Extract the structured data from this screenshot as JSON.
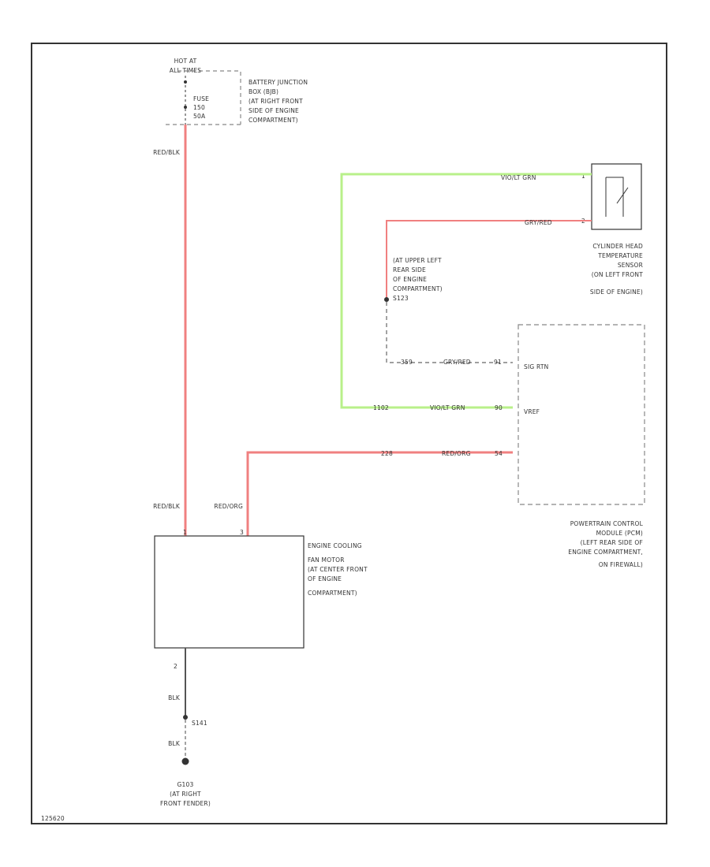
{
  "diagram": {
    "top_power": {
      "label1": "HOT AT",
      "label2": "ALL TIMES"
    },
    "fuse": {
      "line1": "FUSE",
      "line2": "150",
      "line3": "50A"
    },
    "battery_junction_box": [
      "BATTERY JUNCTION",
      "BOX (BJB)",
      "(AT RIGHT FRONT",
      "SIDE OF ENGINE",
      "COMPARTMENT)"
    ],
    "wires": {
      "main_power_top": "RED/BLK",
      "main_power_bottom": "RED/BLK",
      "fan_control": "RED/ORG",
      "ground_upper": "BLK",
      "ground_lower": "BLK",
      "sensor_signal_top": "VIO/LT GRN",
      "sensor_return_top": "GRY/RED",
      "pcm_return": "GRY/RED",
      "pcm_vref": "VIO/LT GRN",
      "pcm_fan": "RED/ORG"
    },
    "cht_sensor": [
      "CYLINDER HEAD",
      "TEMPERATURE",
      "SENSOR",
      "(ON LEFT FRONT",
      "SIDE OF ENGINE)"
    ],
    "splice": [
      "(AT UPPER LEFT",
      "REAR SIDE",
      "OF ENGINE",
      "COMPARTMENT)",
      "S123"
    ],
    "pcm": {
      "pin_sigrtn": "SIG RTN",
      "pin_vref": "VREF",
      "label": [
        "POWERTRAIN CONTROL",
        "MODULE (PCM)",
        "(LEFT REAR SIDE OF",
        "ENGINE COMPARTMENT,",
        "ON FIREWALL)"
      ]
    },
    "circuits": {
      "sigrtn": "359",
      "vref": "1102",
      "fan": "228"
    },
    "pins": {
      "cht_1": "1",
      "cht_2": "2",
      "pcm_sigrtn": "91",
      "pcm_vref": "90",
      "pcm_fan": "54",
      "fan_1": "1",
      "fan_3": "3",
      "fan_2": "2"
    },
    "fan_motor": [
      "ENGINE COOLING",
      "FAN MOTOR",
      "(AT CENTER FRONT",
      "OF ENGINE",
      "COMPARTMENT)"
    ],
    "ground_splice": "S141",
    "ground": [
      "G103",
      "(AT RIGHT",
      "FRONT FENDER)"
    ],
    "figure_id": "125620"
  },
  "colors": {
    "power": "#f08080",
    "sensor": "#b8f08a",
    "ground": "#555555",
    "dashed": "#888888",
    "border": "#333333"
  }
}
